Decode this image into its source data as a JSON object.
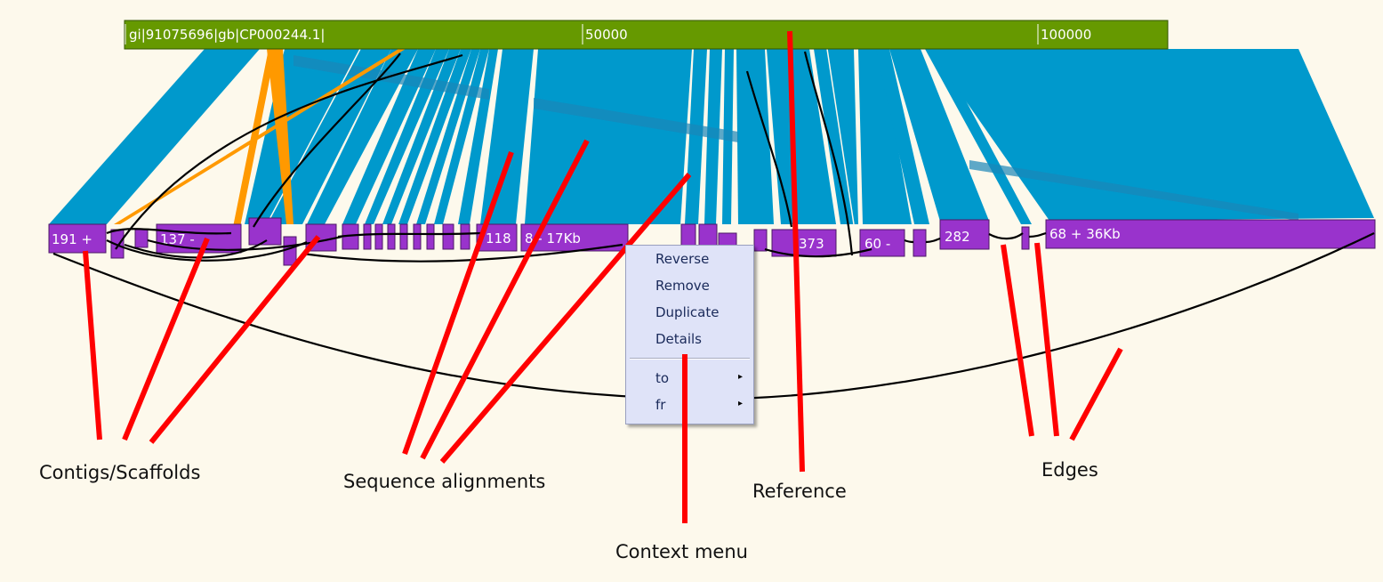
{
  "reference": {
    "label": "gi|91075696|gb|CP000244.1|",
    "ticks": [
      "50000",
      "100000"
    ],
    "color": "#669900"
  },
  "contigs": {
    "color": "#9933cc",
    "labels": [
      "191 +",
      "137 -",
      "118",
      "8 - 17Kb",
      "373",
      "60 -",
      "282",
      "68 + 36Kb"
    ]
  },
  "alignments": {
    "forward_color": "#0099cc",
    "reverse_color": "#ff9900"
  },
  "edges": {
    "color": "#000000"
  },
  "context_menu": {
    "items": [
      "Reverse",
      "Remove",
      "Duplicate",
      "Details"
    ],
    "submenus": [
      "to",
      "fr"
    ],
    "submenu_arrow": "▸"
  },
  "annotations": {
    "line_color": "#ff0000",
    "contigs": "Contigs/Scaffolds",
    "alignments": "Sequence alignments",
    "reference": "Reference",
    "edges": "Edges",
    "menu": "Context menu"
  }
}
